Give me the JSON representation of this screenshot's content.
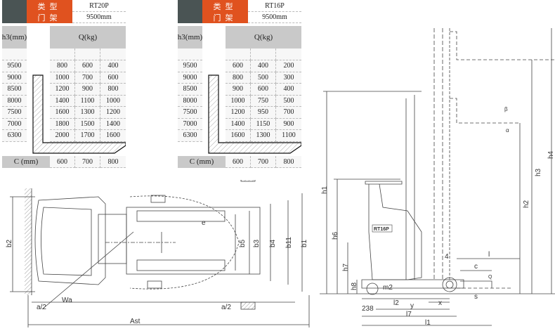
{
  "tables": [
    {
      "type_label": "类型",
      "mast_label": "门架",
      "model": "RT20P",
      "mast_height": "9500mm",
      "h3_header": [
        "h3",
        "(mm)"
      ],
      "q_header": [
        "Q",
        "(kg)"
      ],
      "rows": [
        {
          "h3": "9500",
          "q": [
            "800",
            "600",
            "400"
          ]
        },
        {
          "h3": "9000",
          "q": [
            "1000",
            "700",
            "600"
          ]
        },
        {
          "h3": "8500",
          "q": [
            "1200",
            "900",
            "800"
          ]
        },
        {
          "h3": "8000",
          "q": [
            "1400",
            "1100",
            "1000"
          ]
        },
        {
          "h3": "7500",
          "q": [
            "1600",
            "1300",
            "1200"
          ]
        },
        {
          "h3": "7000",
          "q": [
            "1800",
            "1500",
            "1400"
          ]
        },
        {
          "h3": "6300",
          "q": [
            "2000",
            "1700",
            "1600"
          ]
        }
      ],
      "c_label": "C (mm)",
      "c_values": [
        "600",
        "700",
        "800"
      ]
    },
    {
      "type_label": "类型",
      "mast_label": "门架",
      "model": "RT16P",
      "mast_height": "9500mm",
      "h3_header": [
        "h3",
        "(mm)"
      ],
      "q_header": [
        "Q",
        "(kg)"
      ],
      "rows": [
        {
          "h3": "9500",
          "q": [
            "600",
            "400",
            "200"
          ]
        },
        {
          "h3": "9000",
          "q": [
            "800",
            "500",
            "300"
          ]
        },
        {
          "h3": "8500",
          "q": [
            "900",
            "600",
            "400"
          ]
        },
        {
          "h3": "8000",
          "q": [
            "1000",
            "750",
            "500"
          ]
        },
        {
          "h3": "7500",
          "q": [
            "1200",
            "950",
            "700"
          ]
        },
        {
          "h3": "7000",
          "q": [
            "1400",
            "1150",
            "900"
          ]
        },
        {
          "h3": "6300",
          "q": [
            "1600",
            "1300",
            "1100"
          ]
        }
      ],
      "c_label": "C (mm)",
      "c_values": [
        "600",
        "700",
        "800"
      ]
    }
  ],
  "top_view": {
    "labels": {
      "b2": "b2",
      "b5": "b5",
      "b3": "b3",
      "b4": "b4",
      "b11": "b11",
      "b1": "b1",
      "e": "e",
      "wa": "Wa",
      "a2_left": "a/2",
      "a2_right": "a/2",
      "ast": "Ast"
    }
  },
  "side_view": {
    "model_badge": "RT16P",
    "labels": {
      "h1": "h1",
      "h6": "h6",
      "h7": "h7",
      "h8": "h8",
      "m2": "m2",
      "l2": "l2",
      "x": "x",
      "y": "y",
      "l7": "l7",
      "l1": "l1",
      "d238": "238",
      "h4": "h4",
      "h3": "h3",
      "h2": "h2",
      "l": "l",
      "c": "c",
      "q": "Q",
      "s": "s",
      "beta": "β",
      "alpha": "α",
      "four": "4"
    }
  },
  "colors": {
    "accent": "#e0521f",
    "dark": "#4a5454",
    "header_gray": "#c9c9c9"
  }
}
